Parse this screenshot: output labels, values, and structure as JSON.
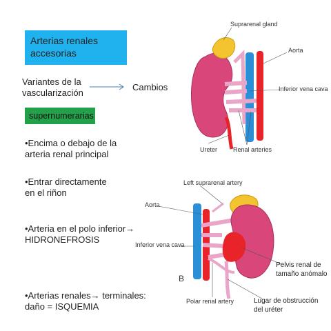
{
  "slide": {
    "title": "Arterias renales accesorias",
    "variants_label": "Variantes de la vascularización",
    "changes_label": "Cambios",
    "supernumerary_label": "supernumerarias",
    "bullets": [
      "•Encima o debajo de la arteria renal principal",
      "•Entrar directamente en el riñon",
      "•Arteria en el polo inferior→ HIDRONEFROSIS",
      "•Arterias renales→ terminales: daño = ISQUEMIA"
    ]
  },
  "figure_a": {
    "labels": {
      "suprarenal_gland": "Suprarenal gland",
      "aorta": "Aorta",
      "inferior_vena_cava": "Inferior vena cava",
      "ureter": "Ureter",
      "renal_arteries": "Renal arteries"
    }
  },
  "figure_b": {
    "letter": "B",
    "labels": {
      "left_suprarenal_artery": "Left suprarenal artery",
      "aorta": "Aorta",
      "inferior_vena_cava": "Inferior vena cava",
      "polar_renal_artery": "Polar renal artery",
      "renal_pelvis": "Pelvis renal de tamaño anómalo",
      "obstruction": "Lugar de obstrucción del uréter"
    }
  },
  "colors": {
    "title_bg": "#1fb2ee",
    "green_bg": "#22a04a",
    "kidney": "#d9477a",
    "artery": "#e8232a",
    "vein": "#2a8fd6",
    "gland": "#f4c430",
    "vessel_pink": "#e9a6c9"
  }
}
